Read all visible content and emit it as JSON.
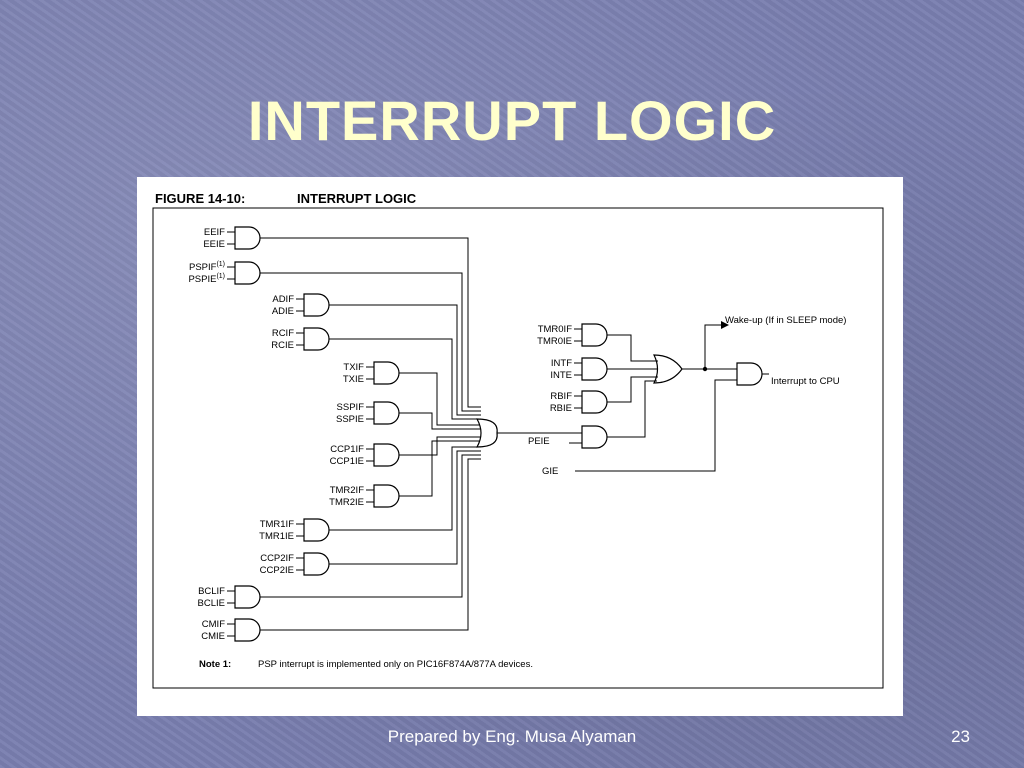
{
  "slide": {
    "title": "INTERRUPT LOGIC"
  },
  "figure": {
    "caption_number": "FIGURE 14-10:",
    "caption_title": "INTERRUPT LOGIC",
    "left_gates": [
      {
        "a": "EEIF",
        "b": "EEIE"
      },
      {
        "a": "PSPIF",
        "b": "PSPIE",
        "superscript": "(1)"
      },
      {
        "a": "ADIF",
        "b": "ADIE"
      },
      {
        "a": "RCIF",
        "b": "RCIE"
      },
      {
        "a": "TXIF",
        "b": "TXIE"
      },
      {
        "a": "SSPIF",
        "b": "SSPIE"
      },
      {
        "a": "CCP1IF",
        "b": "CCP1IE"
      },
      {
        "a": "TMR2IF",
        "b": "TMR2IE"
      },
      {
        "a": "TMR1IF",
        "b": "TMR1IE"
      },
      {
        "a": "CCP2IF",
        "b": "CCP2IE"
      },
      {
        "a": "BCLIF",
        "b": "BCLIE"
      },
      {
        "a": "CMIF",
        "b": "CMIE"
      }
    ],
    "right_gates": [
      {
        "a": "TMR0IF",
        "b": "TMR0IE"
      },
      {
        "a": "INTF",
        "b": "INTE"
      },
      {
        "a": "RBIF",
        "b": "RBIE"
      }
    ],
    "peie_label": "PEIE",
    "gie_label": "GIE",
    "wakeup_label": "Wake-up (If in SLEEP mode)",
    "cpu_label": "Interrupt to CPU",
    "note_label": "Note 1:",
    "note_text": "PSP interrupt is implemented only on PIC16F874A/877A devices."
  },
  "footer": {
    "author": "Prepared by Eng. Musa Alyaman",
    "page": "23"
  }
}
